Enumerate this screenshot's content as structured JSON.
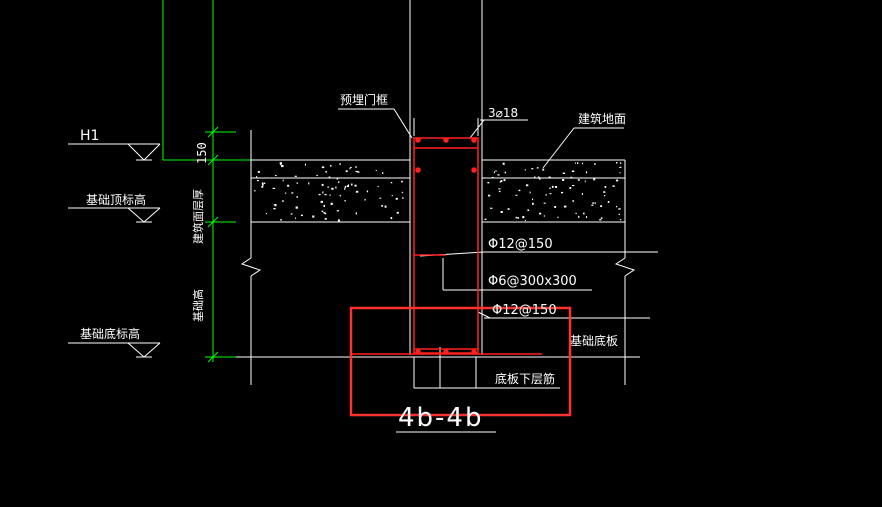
{
  "labels": {
    "h1": "H1",
    "foundation_top": "基础顶标高",
    "foundation_bottom": "基础底标高",
    "embedded_frame": "预埋门框",
    "rebar_top": "3⌀18",
    "floor_finish": "建筑地面",
    "floor_thickness": "建筑面层厚",
    "foundation_height": "基础高",
    "dim_150": "150",
    "rebar_stirrup": "Φ12@150",
    "rebar_tie": "Φ6@300x300",
    "rebar_slab": "Φ12@150",
    "slab": "基础底板",
    "slab_bottom_bar": "底板下层筋",
    "section": "4b-4b"
  },
  "colors": {
    "background": "#000000",
    "line": "#ffffff",
    "dimension": "#00ff00",
    "rebar": "#ff2020",
    "highlight": "#ff3030"
  }
}
